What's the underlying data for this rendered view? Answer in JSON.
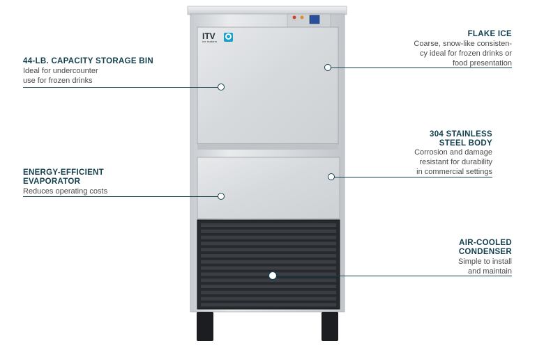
{
  "brand": {
    "logo_text": "ITV",
    "logo_sub": "ice makers"
  },
  "callouts": {
    "flake": {
      "title": "FLAKE ICE",
      "desc": [
        "Coarse, snow-like consisten-",
        "cy ideal for frozen drinks or",
        "food presentation"
      ]
    },
    "bin": {
      "title": "44-LB. CAPACITY STORAGE BIN",
      "desc": [
        "Ideal for undercounter",
        "use for frozen drinks"
      ]
    },
    "steel": {
      "title": [
        "304 STAINLESS",
        "STEEL BODY"
      ],
      "desc": [
        "Corrosion and damage",
        "resistant for durability",
        "in commercial settings"
      ]
    },
    "evap": {
      "title": [
        "ENERGY-EFFICIENT",
        "EVAPORATOR"
      ],
      "desc": [
        "Reduces operating costs"
      ]
    },
    "condenser": {
      "title": [
        "AIR-COOLED",
        "CONDENSER"
      ],
      "desc": [
        "Simple to install",
        "and maintain"
      ]
    }
  },
  "colors": {
    "accent": "#123f4c",
    "steel": "#dcdfe2",
    "grille": "#1b1d20"
  }
}
